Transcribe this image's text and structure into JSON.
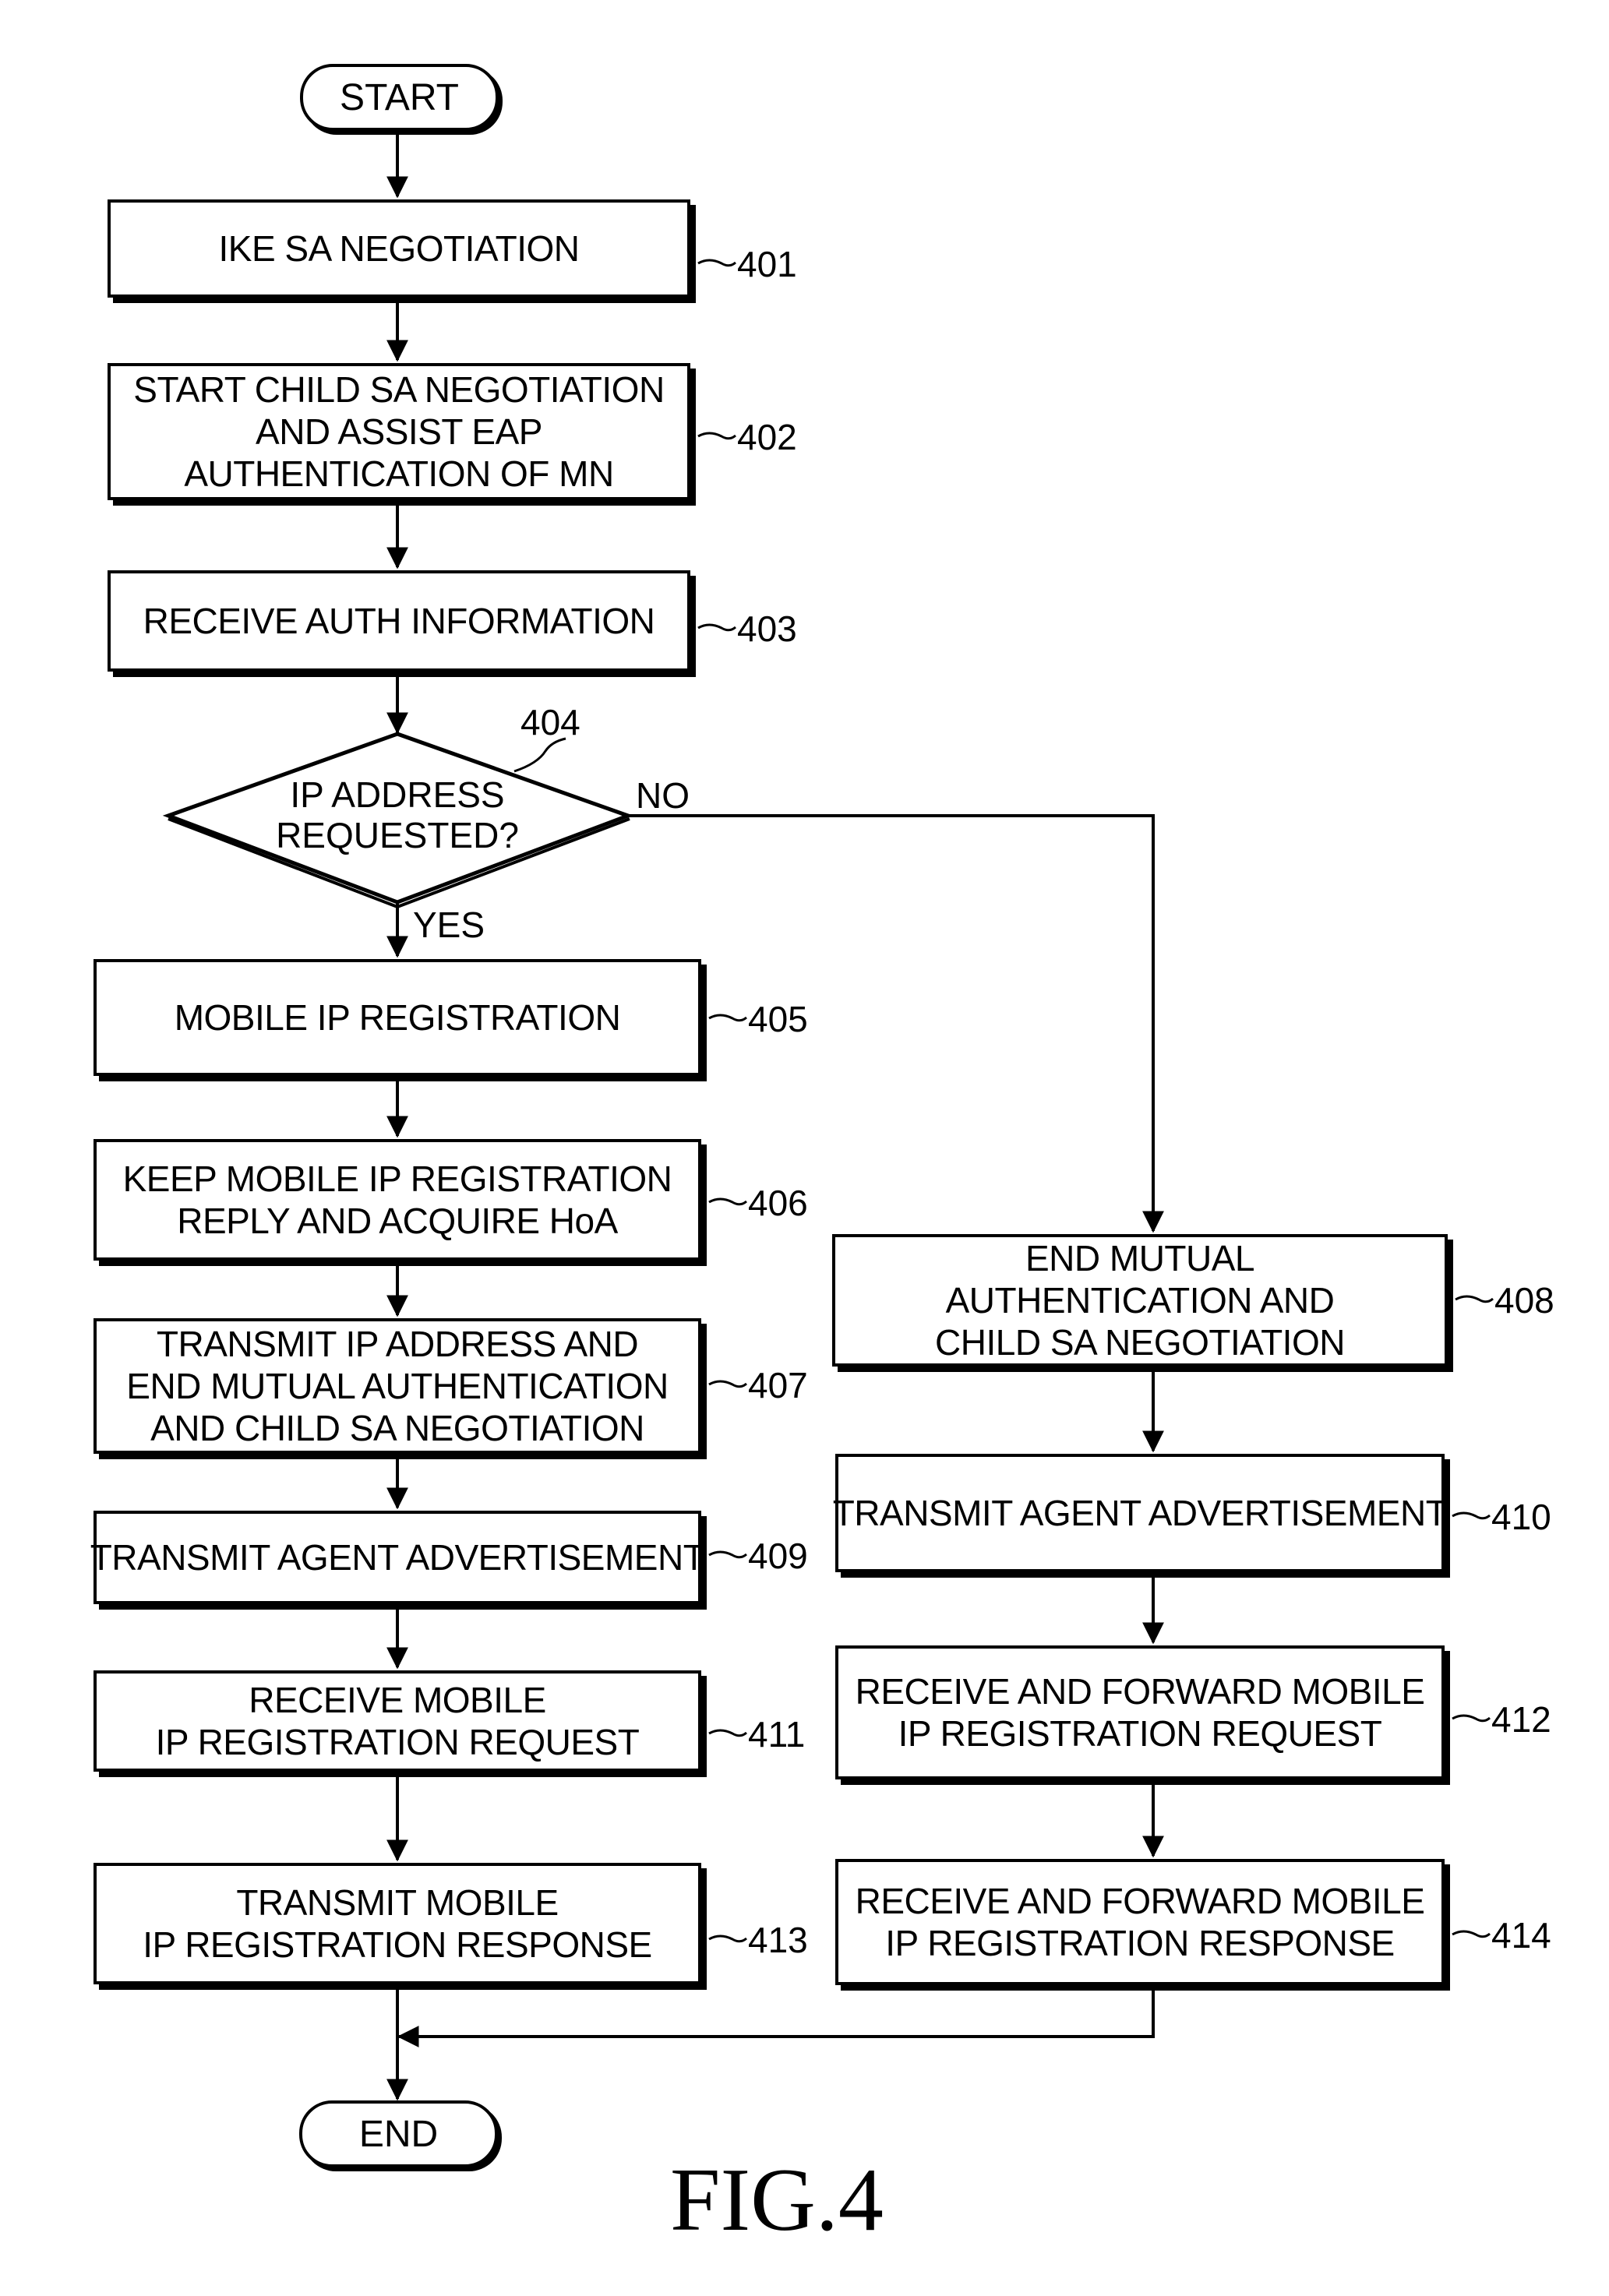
{
  "start_label": "START",
  "end_label": "END",
  "figure_label": "FIG.4",
  "steps": {
    "s401": {
      "ref": "401",
      "lines": [
        "IKE SA NEGOTIATION"
      ]
    },
    "s402": {
      "ref": "402",
      "lines": [
        "START CHILD SA NEGOTIATION",
        "AND ASSIST EAP",
        "AUTHENTICATION OF MN"
      ]
    },
    "s403": {
      "ref": "403",
      "lines": [
        "RECEIVE AUTH INFORMATION"
      ]
    },
    "s404": {
      "ref": "404",
      "lines": [
        "IP ADDRESS",
        "REQUESTED?"
      ],
      "yes_label": "YES",
      "no_label": "NO"
    },
    "s405": {
      "ref": "405",
      "lines": [
        "MOBILE IP REGISTRATION"
      ]
    },
    "s406": {
      "ref": "406",
      "lines": [
        "KEEP MOBILE IP REGISTRATION",
        "REPLY AND ACQUIRE HoA"
      ]
    },
    "s407": {
      "ref": "407",
      "lines": [
        "TRANSMIT IP ADDRESS AND",
        "END MUTUAL AUTHENTICATION",
        "AND CHILD SA NEGOTIATION"
      ]
    },
    "s408": {
      "ref": "408",
      "lines": [
        "END MUTUAL",
        "AUTHENTICATION AND",
        "CHILD SA NEGOTIATION"
      ]
    },
    "s409": {
      "ref": "409",
      "lines": [
        "TRANSMIT AGENT ADVERTISEMENT"
      ]
    },
    "s410": {
      "ref": "410",
      "lines": [
        "TRANSMIT AGENT ADVERTISEMENT"
      ]
    },
    "s411": {
      "ref": "411",
      "lines": [
        "RECEIVE MOBILE",
        "IP REGISTRATION REQUEST"
      ]
    },
    "s412": {
      "ref": "412",
      "lines": [
        "RECEIVE AND FORWARD MOBILE",
        "IP REGISTRATION REQUEST"
      ]
    },
    "s413": {
      "ref": "413",
      "lines": [
        "TRANSMIT MOBILE",
        "IP REGISTRATION RESPONSE"
      ]
    },
    "s414": {
      "ref": "414",
      "lines": [
        "RECEIVE AND FORWARD MOBILE",
        "IP REGISTRATION RESPONSE"
      ]
    }
  }
}
